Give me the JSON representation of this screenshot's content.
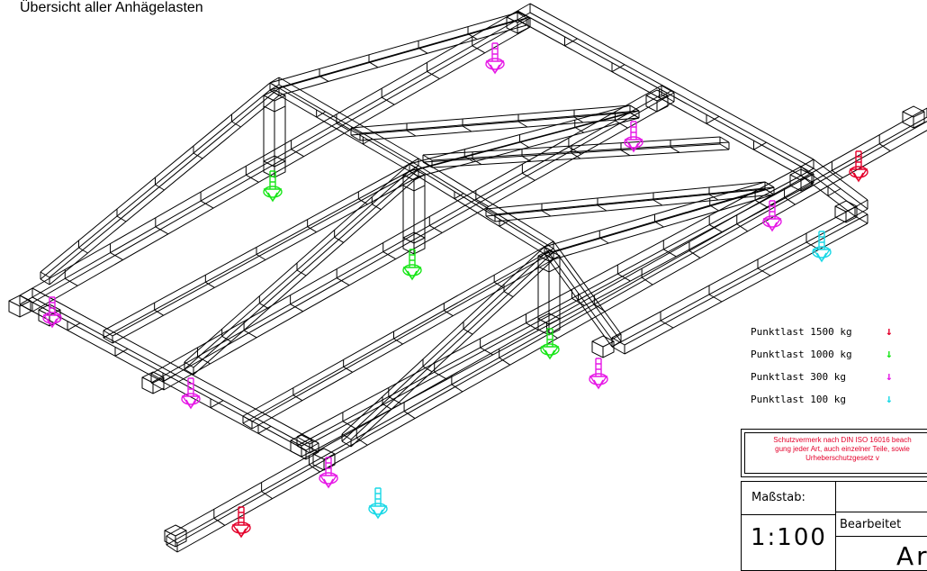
{
  "page": {
    "title": "Übersicht aller Anhägelasten"
  },
  "legend": {
    "items": [
      {
        "label": "Punktlast 1500 kg",
        "color": "#e4002b",
        "icon": "arrow-down-icon"
      },
      {
        "label": "Punktlast 1000 kg",
        "color": "#19e619",
        "icon": "arrow-down-icon"
      },
      {
        "label": "Punktlast 300 kg",
        "color": "#e619e6",
        "icon": "arrow-down-icon"
      },
      {
        "label": "Punktlast 100 kg",
        "color": "#19d8e6",
        "icon": "arrow-down-icon"
      }
    ]
  },
  "notice": {
    "lines": [
      "Schutzvermerk nach DIN ISO 16016 beach",
      "gung jeder Art, auch einzelner Teile, sowie",
      "Urheberschutzgesetz v"
    ],
    "color": "#e4002b"
  },
  "titleblock": {
    "scale_label": "Maßstab:",
    "scale_value": "1:100",
    "edited_label": "Bearbeitet",
    "title_fragment": "Ar"
  },
  "load_markers": [
    {
      "id": "top-far",
      "color": "#e619e6"
    },
    {
      "id": "mid-right",
      "color": "#e619e6"
    },
    {
      "id": "far-right-red",
      "color": "#e4002b"
    },
    {
      "id": "right-magenta",
      "color": "#e619e6"
    },
    {
      "id": "right-cyan",
      "color": "#19d8e6"
    },
    {
      "id": "green-left",
      "color": "#19e619"
    },
    {
      "id": "green-center",
      "color": "#19e619"
    },
    {
      "id": "green-right",
      "color": "#19e619"
    },
    {
      "id": "magenta-center-front",
      "color": "#e619e6"
    },
    {
      "id": "magenta-left",
      "color": "#e619e6"
    },
    {
      "id": "magenta-front-left",
      "color": "#e619e6"
    },
    {
      "id": "magenta-front",
      "color": "#e619e6"
    },
    {
      "id": "cyan-front",
      "color": "#19d8e6"
    },
    {
      "id": "red-front",
      "color": "#e4002b"
    }
  ]
}
